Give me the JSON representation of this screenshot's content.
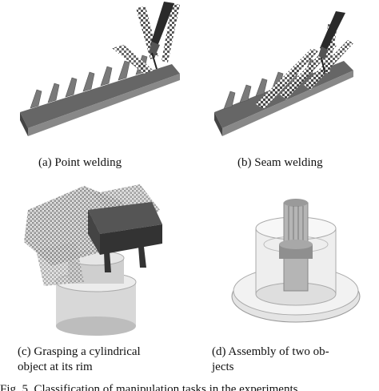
{
  "figure": {
    "panels": [
      {
        "id": "a",
        "caption_lines": [
          "(a) Point welding"
        ]
      },
      {
        "id": "b",
        "caption_lines": [
          "(b) Seam welding"
        ]
      },
      {
        "id": "c",
        "caption_lines": [
          "(c) Grasping a cylindrical",
          "object at its rim"
        ]
      },
      {
        "id": "d",
        "caption_lines": [
          "(d) Assembly of two ob-",
          "jects"
        ]
      }
    ],
    "bottom_caption_fragment": "Fig. 5. Classification of manipulation tasks in the experiments"
  },
  "colors": {
    "part_dark": "#555555",
    "part_mid": "#8a8a8a",
    "part_light": "#c8c8c8",
    "background": "#ffffff"
  }
}
